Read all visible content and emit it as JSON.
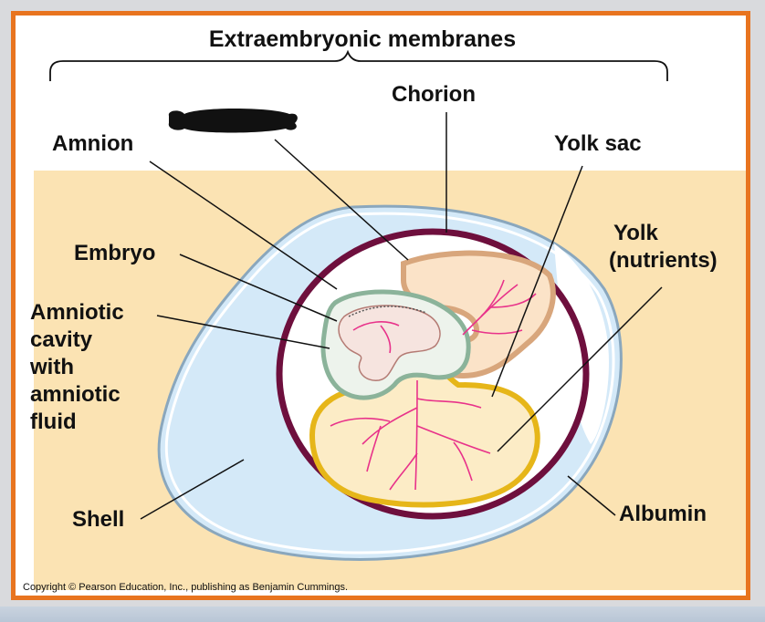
{
  "title": "Extraembryonic membranes",
  "labels": {
    "chorion": "Chorion",
    "amnion": "Amnion",
    "yolk_sac": "Yolk sac",
    "yolk": [
      "Yolk",
      "(nutrients)"
    ],
    "embryo": "Embryo",
    "amniotic_cavity": [
      "Amniotic",
      "cavity",
      "with",
      "amniotic",
      "fluid"
    ],
    "shell": "Shell",
    "albumin": "Albumin"
  },
  "copyright": "Copyright © Pearson Education, Inc., publishing as Benjamin Cummings.",
  "colors": {
    "frame_border": "#e8741f",
    "background_beige": "#fbe3b3",
    "shell_fill": "#d4e9f8",
    "shell_stroke": "#8aa7bd",
    "chorion": "#6e0f3d",
    "yolk_sac": "#e6b619",
    "amnion": "#8bb39a",
    "allantois": "#d8a67c",
    "blood_vessels": "#e8328a"
  }
}
